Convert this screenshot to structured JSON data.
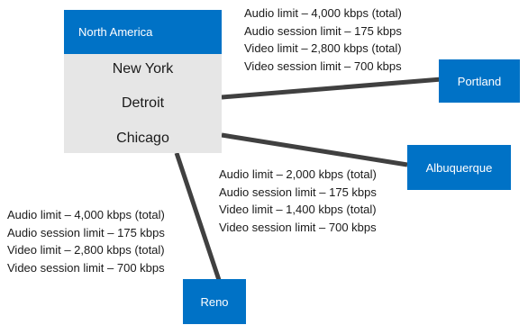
{
  "region": {
    "name": "North America",
    "cities": [
      "New York",
      "Detroit",
      "Chicago"
    ]
  },
  "sites": {
    "portland": "Portland",
    "albuquerque": "Albuquerque",
    "reno": "Reno"
  },
  "limits": {
    "portland": [
      "Audio limit – 4,000 kbps (total)",
      "Audio session limit – 175 kbps",
      "Video limit – 2,800 kbps (total)",
      "Video session limit – 700 kbps"
    ],
    "albuquerque": [
      "Audio limit – 2,000 kbps (total)",
      "Audio session limit – 175 kbps",
      "Video limit – 1,400 kbps (total)",
      "Video session limit – 700 kbps"
    ],
    "reno": [
      "Audio limit – 4,000 kbps (total)",
      "Audio session limit – 175 kbps",
      "Video limit – 2,800 kbps (total)",
      "Video session limit – 700 kbps"
    ]
  },
  "colors": {
    "node_blue": "#0072c6",
    "region_gray": "#e6e6e6",
    "link_gray": "#404040"
  }
}
